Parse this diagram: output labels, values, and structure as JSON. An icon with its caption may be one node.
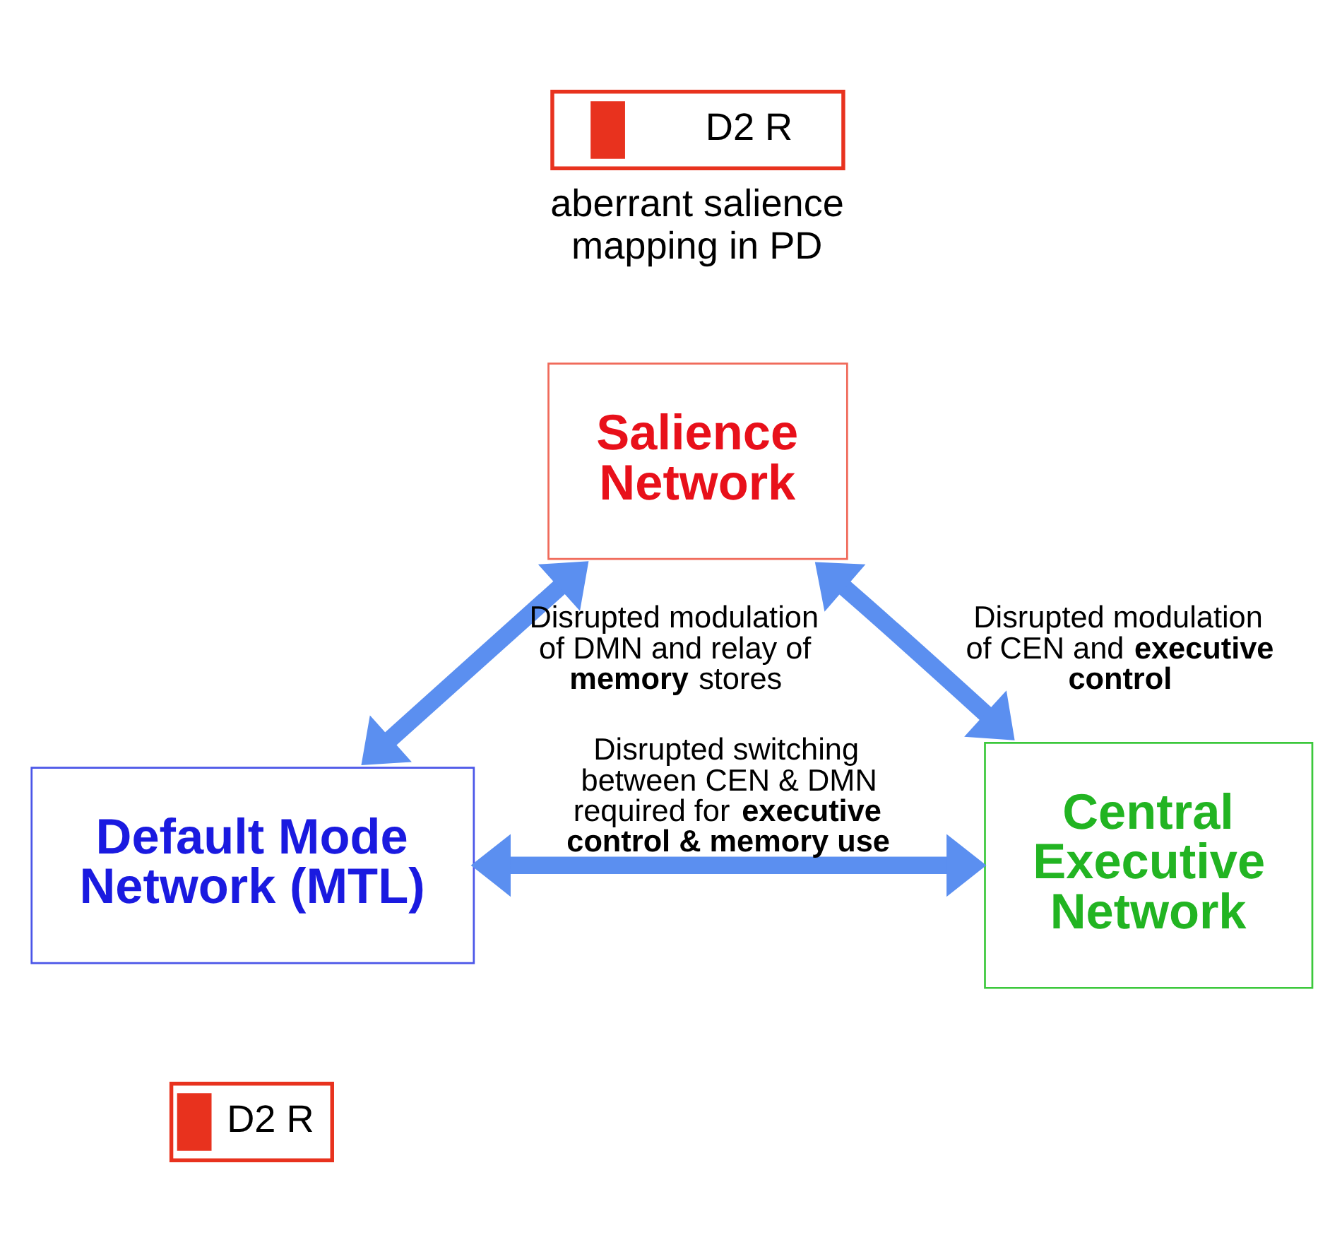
{
  "diagram": {
    "nodes": [
      {
        "text": [
          "D2 R"
        ],
        "beside": [
          "aberrant salience mapping in PD"
        ]
      },
      {
        "text": [
          "Salience Network"
        ]
      },
      {
        "text": [
          "Default Mode Network (MTL)"
        ]
      },
      {
        "text": [
          "Central Executive Network"
        ]
      },
      {
        "text": [
          "D2 R"
        ]
      }
    ],
    "edges": [
      {
        "from": 1,
        "to": 2,
        "arrow": "both",
        "label": "Disrupted modulation of DMN and relay of **memory** stores"
      },
      {
        "from": 1,
        "to": 3,
        "arrow": "both",
        "label": "Disrupted modulation of CEN and **executive control**"
      },
      {
        "from": 2,
        "to": 3,
        "arrow": "both",
        "label": "Disrupted switching between CEN & DMN required for **executive control & memory use**"
      }
    ]
  }
}
